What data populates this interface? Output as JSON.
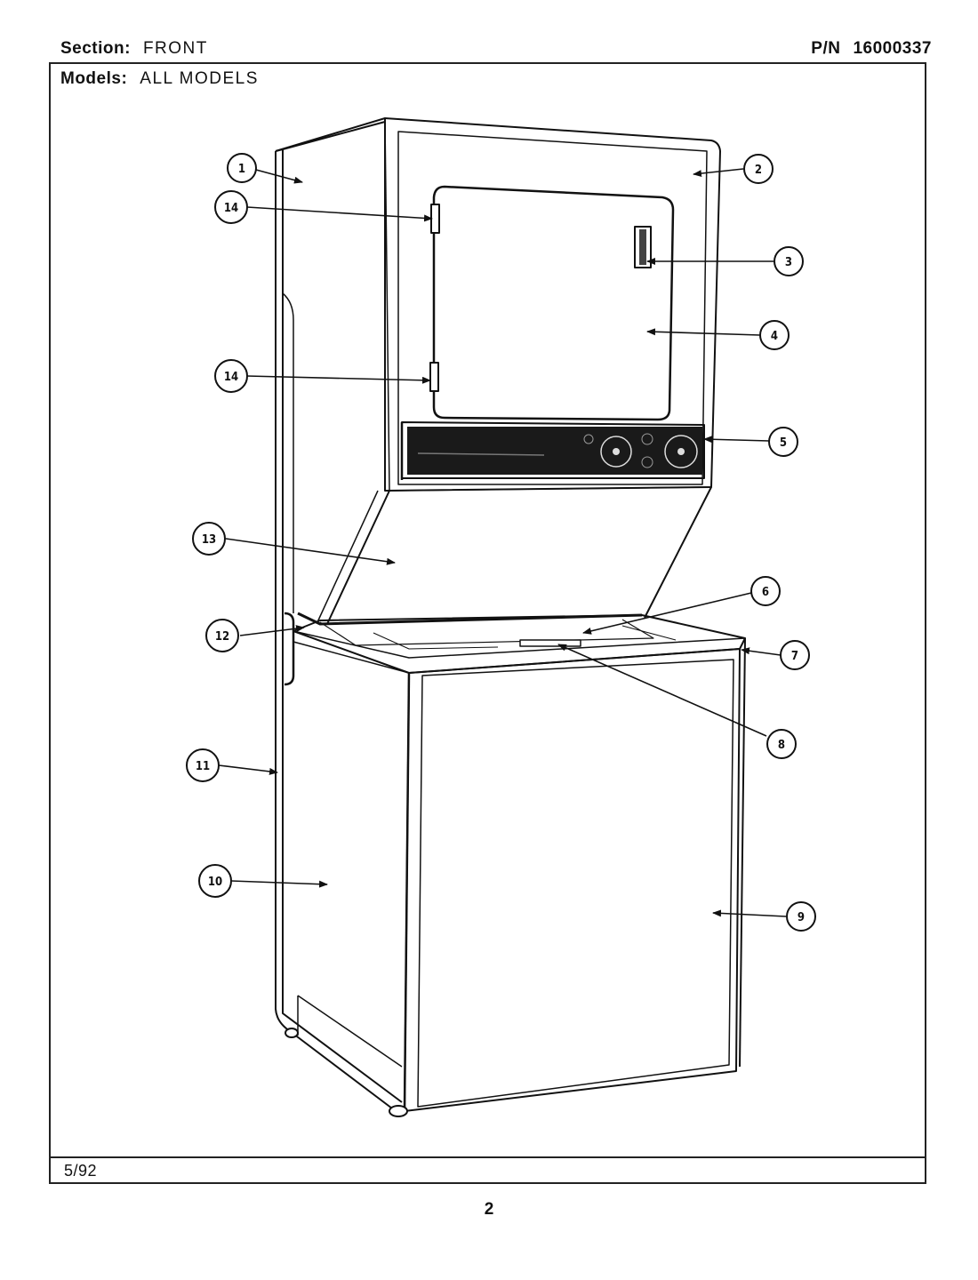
{
  "header": {
    "section_label": "Section:",
    "section_value": "FRONT",
    "models_label": "Models:",
    "models_value": "ALL MODELS",
    "part_number_label": "P/N",
    "part_number_value": "16000337"
  },
  "footer": {
    "date": "5/92",
    "page_number": "2"
  },
  "callouts": [
    "1",
    "2",
    "3",
    "4",
    "5",
    "6",
    "7",
    "8",
    "9",
    "10",
    "11",
    "12",
    "13",
    "14",
    "14"
  ]
}
